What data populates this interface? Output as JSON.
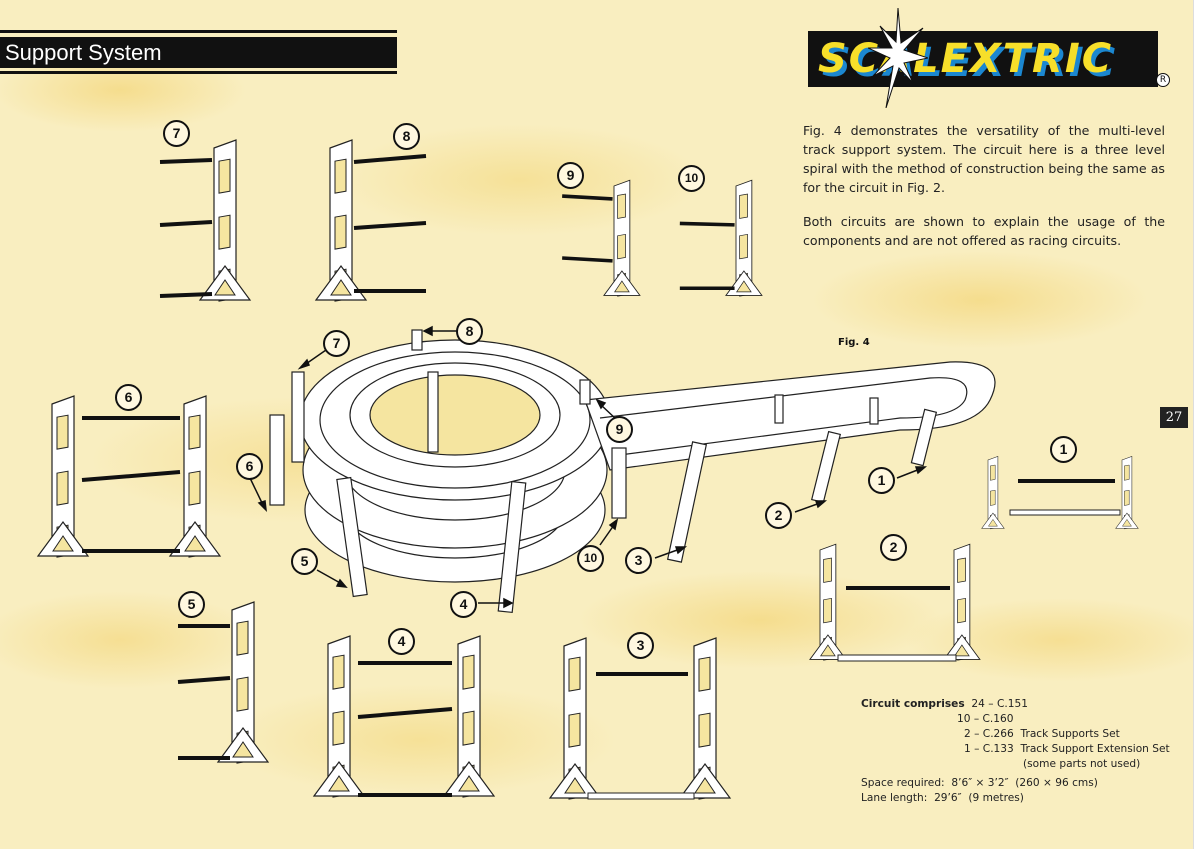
{
  "header": {
    "section_title": "Support System",
    "brand_logo": "SCALEXTRIC",
    "brand_mark": "R"
  },
  "intro": {
    "paragraph_1": "Fig. 4 demonstrates the versatility of the multi-level track support system. The circuit here is a three level spiral with the method of construction being the same as for the circuit in Fig. 2.",
    "paragraph_2": "Both circuits are shown to explain the usage of the components and are not offered as racing circuits."
  },
  "figure": {
    "label": "Fig. 4",
    "page_number": "27",
    "callouts_main": [
      "1",
      "2",
      "3",
      "4",
      "5",
      "6",
      "7",
      "8",
      "9",
      "10"
    ],
    "detail_diagrams": [
      {
        "id": "1",
        "label": "1"
      },
      {
        "id": "2",
        "label": "2"
      },
      {
        "id": "3",
        "label": "3"
      },
      {
        "id": "4",
        "label": "4"
      },
      {
        "id": "5",
        "label": "5"
      },
      {
        "id": "6",
        "label": "6"
      },
      {
        "id": "7",
        "label": "7"
      },
      {
        "id": "8",
        "label": "8"
      },
      {
        "id": "9",
        "label": "9"
      },
      {
        "id": "10",
        "label": "10"
      }
    ]
  },
  "circuit": {
    "lead": "Circuit comprises",
    "items": [
      {
        "qty": "24",
        "code": "C.151",
        "desc": ""
      },
      {
        "qty": "10",
        "code": "C.160",
        "desc": ""
      },
      {
        "qty": "2",
        "code": "C.266",
        "desc": "Track Supports Set"
      },
      {
        "qty": "1",
        "code": "C.133",
        "desc": "Track Support Extension Set"
      }
    ],
    "note": "(some parts not used)",
    "space_required": "Space required:  8’6″ × 3’2″  (260 × 96 cms)",
    "lane_length": "Lane length:  29’6″  (9 metres)"
  },
  "colors": {
    "page_bg": "#f9eec0",
    "ink": "#111111",
    "logo_yellow": "#f7df2a",
    "logo_blue": "#1b87d0"
  }
}
